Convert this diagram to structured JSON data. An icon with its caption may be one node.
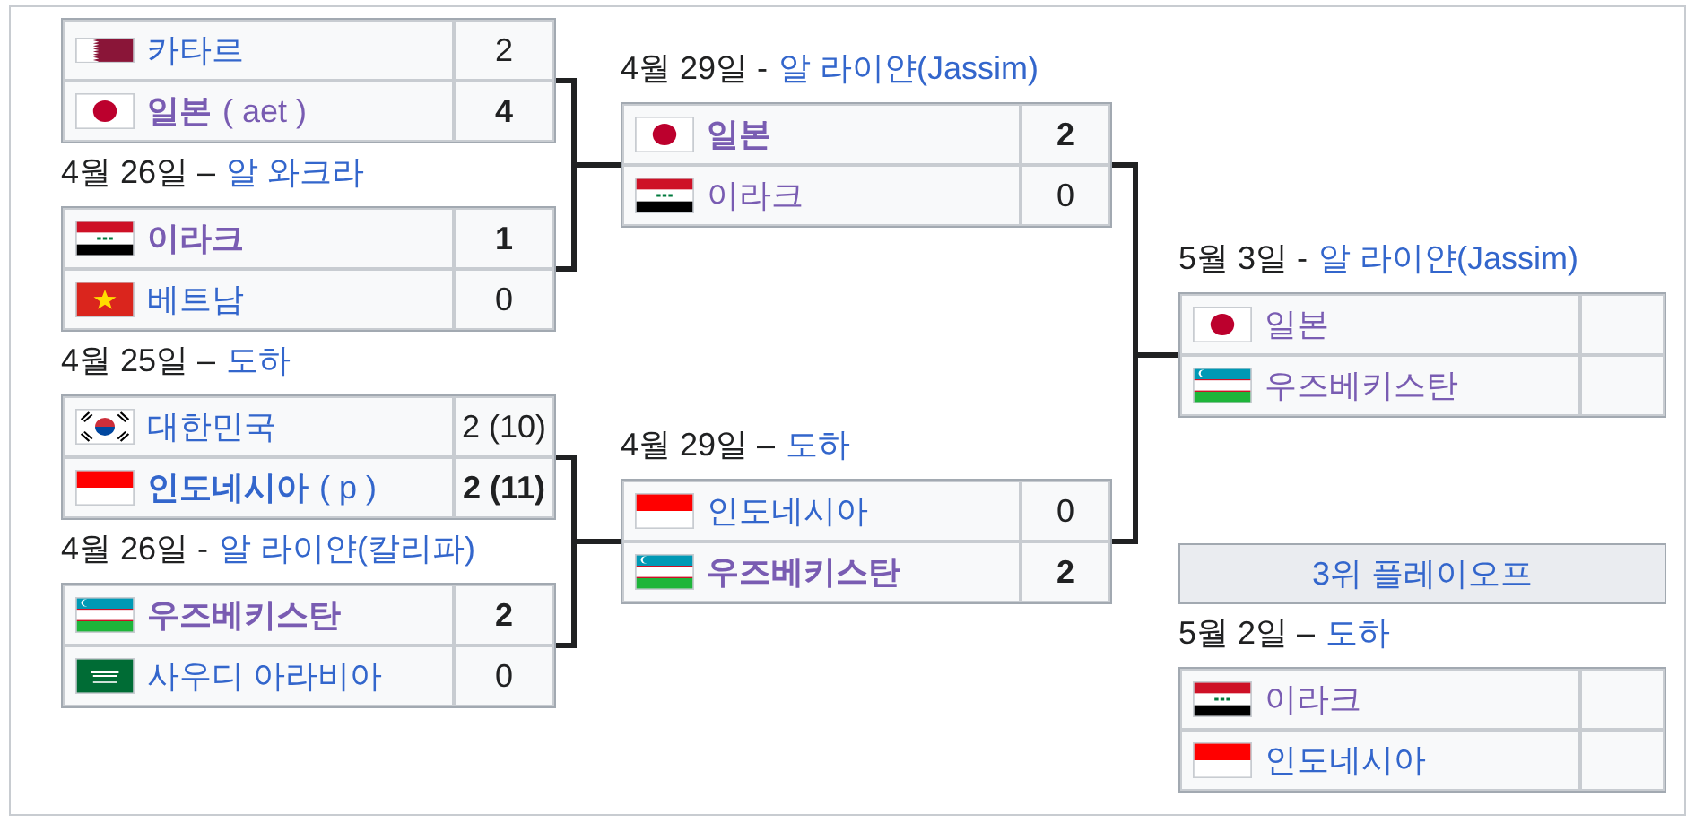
{
  "diagram": {
    "nodes": [
      {
        "text": [],
        "shape": "box"
      },
      {
        "text": [
          "카타르",
          "2"
        ],
        "in": 0
      },
      {
        "text": [
          "일본",
          "( aet )",
          "4"
        ],
        "in": 0
      },
      {
        "text": [],
        "shape": "box",
        "beside": [
          "4월 26일 –",
          "알 와크라"
        ]
      },
      {
        "text": [
          "이라크",
          "1"
        ],
        "in": 3
      },
      {
        "text": [
          "베트남",
          "0"
        ],
        "in": 3
      },
      {
        "text": [],
        "shape": "box",
        "beside": [
          "4월 25일 –",
          "도하"
        ]
      },
      {
        "text": [
          "대한민국",
          "2 (10)"
        ],
        "in": 6
      },
      {
        "text": [
          "인도네시아",
          "( p )",
          "2 (11)"
        ],
        "in": 6
      },
      {
        "text": [],
        "shape": "box",
        "beside": [
          "4월 26일 -",
          "알 라이얀(칼리파)"
        ]
      },
      {
        "text": [
          "우즈베키스탄",
          "2"
        ],
        "in": 9
      },
      {
        "text": [
          "사우디 아라비아",
          "0"
        ],
        "in": 9
      },
      {
        "text": [],
        "shape": "box",
        "beside": [
          "4월 29일 -",
          "알 라이얀(Jassim)"
        ]
      },
      {
        "text": [
          "일본",
          "2"
        ],
        "in": 12
      },
      {
        "text": [
          "이라크",
          "0"
        ],
        "in": 12
      },
      {
        "text": [],
        "shape": "box",
        "beside": [
          "4월 29일 –",
          "도하"
        ]
      },
      {
        "text": [
          "인도네시아",
          "0"
        ],
        "in": 15
      },
      {
        "text": [
          "우즈베키스탄",
          "2"
        ],
        "in": 15
      },
      {
        "text": [],
        "shape": "box",
        "beside": [
          "5월 3일 -",
          "알 라이얀(Jassim)"
        ]
      },
      {
        "text": [
          "일본"
        ],
        "in": 18
      },
      {
        "text": [
          "우즈베키스탄"
        ],
        "in": 18
      },
      {
        "text": [
          "3위 플레이오프"
        ]
      },
      {
        "text": [],
        "shape": "box",
        "beside": [
          "5월 2일 –",
          "도하"
        ]
      },
      {
        "text": [
          "이라크"
        ],
        "in": 22
      },
      {
        "text": [
          "인도네시아"
        ],
        "in": 22
      }
    ],
    "edges": [
      {
        "from": 0,
        "to": 12,
        "arrow": "none"
      },
      {
        "from": 3,
        "to": 12,
        "arrow": "none"
      },
      {
        "from": 6,
        "to": 15,
        "arrow": "none"
      },
      {
        "from": 9,
        "to": 15,
        "arrow": "none"
      },
      {
        "from": 12,
        "to": 18,
        "arrow": "none"
      },
      {
        "from": 15,
        "to": 18,
        "arrow": "none"
      }
    ]
  }
}
